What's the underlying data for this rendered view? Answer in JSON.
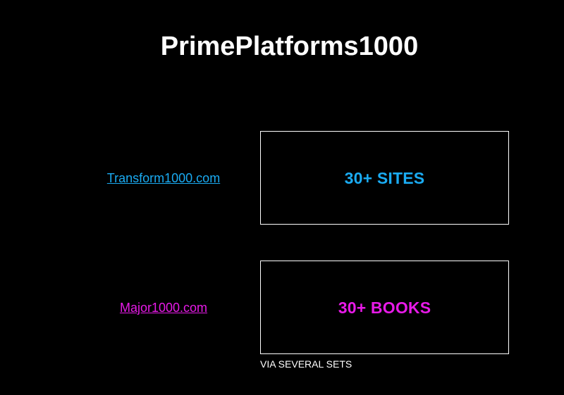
{
  "header": {
    "title": "PrimePlatforms1000"
  },
  "links": [
    {
      "label": "Transform1000.com",
      "color": "#1aabf2"
    },
    {
      "label": "Major1000.com",
      "color": "#e81ae8"
    }
  ],
  "stats": [
    {
      "text": "30+ SITES",
      "color": "#1aabf2"
    },
    {
      "text": "30+ BOOKS",
      "color": "#e81ae8"
    }
  ],
  "footnote": "VIA SEVERAL SETS",
  "colors": {
    "background": "#000000",
    "text": "#ffffff",
    "box_border": "#ffffff"
  }
}
